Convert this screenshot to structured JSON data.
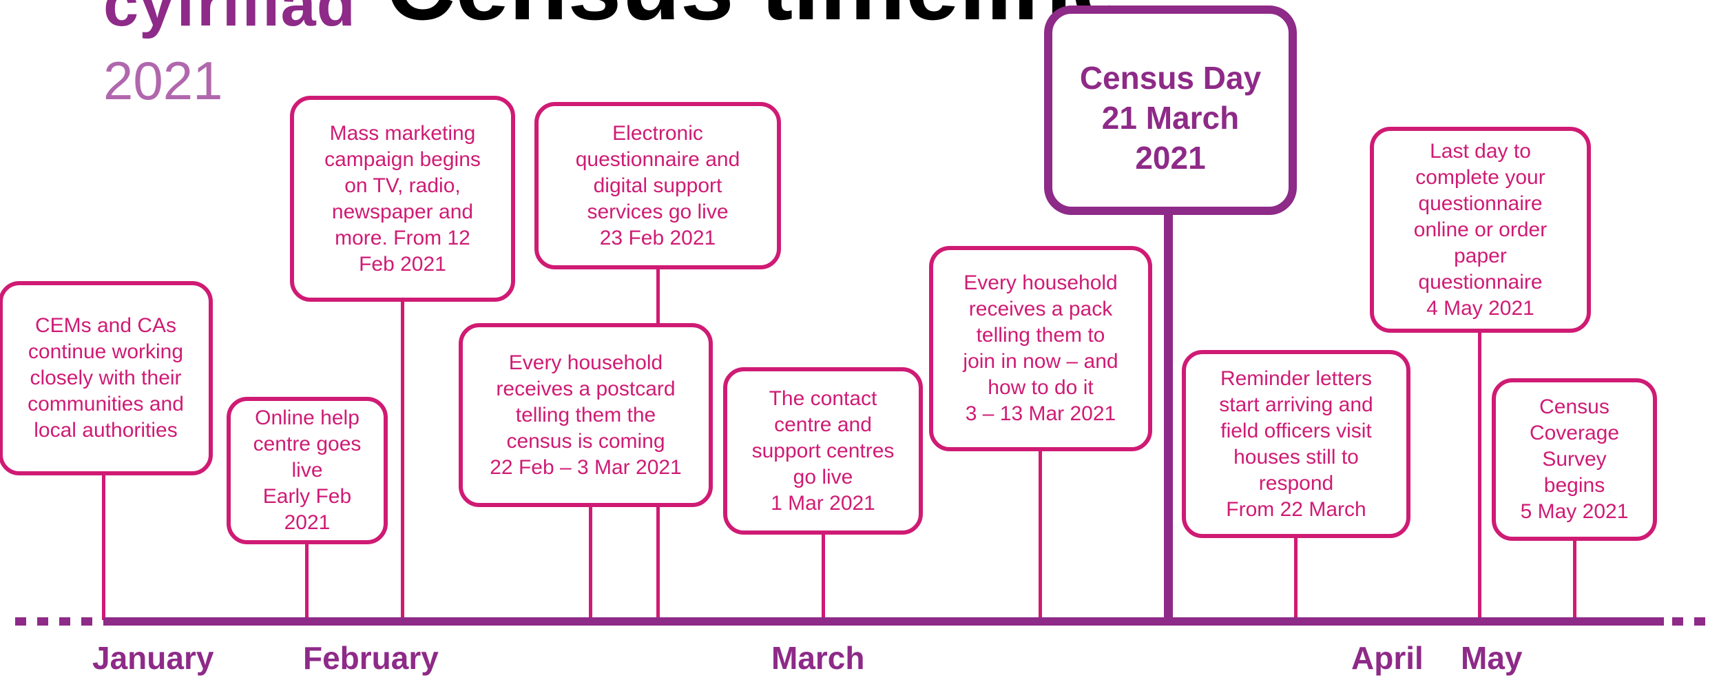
{
  "brand": {
    "name": "cyfrifiad",
    "year": "2021"
  },
  "title": "Census timeline",
  "events": [
    {
      "text": "CEMs and CAs\ncontinue working\nclosely with their\ncommunities and\nlocal authorities"
    },
    {
      "text": "Online help\ncentre goes\nlive\nEarly Feb\n2021"
    },
    {
      "text": "Mass marketing\ncampaign begins\non TV, radio,\nnewspaper and\nmore. From 12\nFeb 2021"
    },
    {
      "text": "Every household\nreceives a postcard\ntelling them the\ncensus is coming\n22 Feb – 3 Mar 2021"
    },
    {
      "text": "Electronic\nquestionnaire and\ndigital support\nservices go live\n23 Feb 2021"
    },
    {
      "text": "The contact\ncentre and\nsupport centres\ngo live\n1 Mar 2021"
    },
    {
      "text": "Every household\nreceives a pack\ntelling them to\njoin in now – and\nhow to do it\n3 – 13 Mar 2021"
    },
    {
      "text": "Census Day\n21 March\n2021"
    },
    {
      "text": "Reminder letters\nstart arriving and\nfield officers visit\nhouses still to\nrespond\nFrom 22 March"
    },
    {
      "text": "Last day to\ncomplete your\nquestionnaire\nonline or order\npaper\nquestionnaire\n4 May 2021"
    },
    {
      "text": "Census\nCoverage\nSurvey\nbegins\n5 May 2021"
    }
  ],
  "months": [
    "January",
    "February",
    "March",
    "April",
    "May"
  ],
  "colors": {
    "event": "#cf1b74",
    "axis": "#8e2a88",
    "brand_light": "#b067ad"
  }
}
